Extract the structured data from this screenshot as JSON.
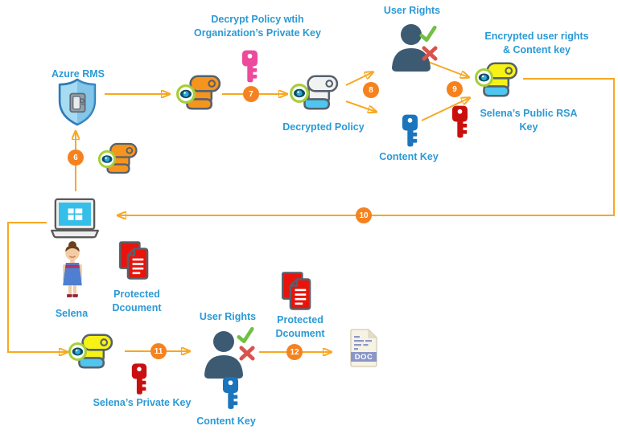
{
  "labels": {
    "azure_rms": "Azure RMS",
    "decrypt_policy": "Decrypt Policy wtih\nOrganization’s Private Key",
    "decrypted_policy": "Decrypted Policy",
    "user_rights_top": "User Rights",
    "content_key_top": "Content Key",
    "encrypted_user_rights": "Encrypted user rights\n& Content key",
    "selena_public_key": "Selena’s Public RSA\nKey",
    "selena": "Selena",
    "protected_document_1": "Protected\nDcoument",
    "selena_private_key": "Selena’s Private Key",
    "user_rights_bottom": "User Rights",
    "content_key_bottom": "Content Key",
    "protected_document_2": "Protected\nDcoument",
    "doc_badge": "DOC"
  },
  "badges": {
    "b6": "6",
    "b7": "7",
    "b8": "8",
    "b9": "9",
    "b10": "10",
    "b11": "11",
    "b12": "12"
  },
  "icons": {
    "shield": "shield-vault-icon",
    "scroll": "policy-scroll-icon",
    "eye": "eye-badge-icon",
    "key": "key-icon",
    "person": "person-silhouette-icon",
    "check": "check-mark-icon",
    "cross": "x-mark-icon",
    "laptop": "windows-laptop-icon",
    "woman": "woman-avatar-icon",
    "documents": "stacked-documents-icon",
    "doc_file": "doc-file-icon"
  },
  "colors": {
    "label_blue": "#2B9AD6",
    "arrow": "#F7A823",
    "badge": "#F5821F",
    "icon_stroke": "#56616C",
    "scroll_orange": "#F7941E",
    "scroll_yellow": "#F7F215",
    "scroll_paper": "#F2F2F2",
    "curl_cyan": "#4EC6F0",
    "key_pink": "#EC4A9C",
    "key_blue": "#1B75BC",
    "key_red": "#C9100E",
    "person": "#3D5A73",
    "check_green": "#72BF44",
    "cross_red": "#D9534E",
    "shield_light": "#A7DBF2",
    "shield_dark": "#5FB2E0",
    "shield_border": "#2D7AB8",
    "laptop_screen": "#35BEEA",
    "doc_red": "#E8140C",
    "doc_banner": "#8B96C8"
  }
}
